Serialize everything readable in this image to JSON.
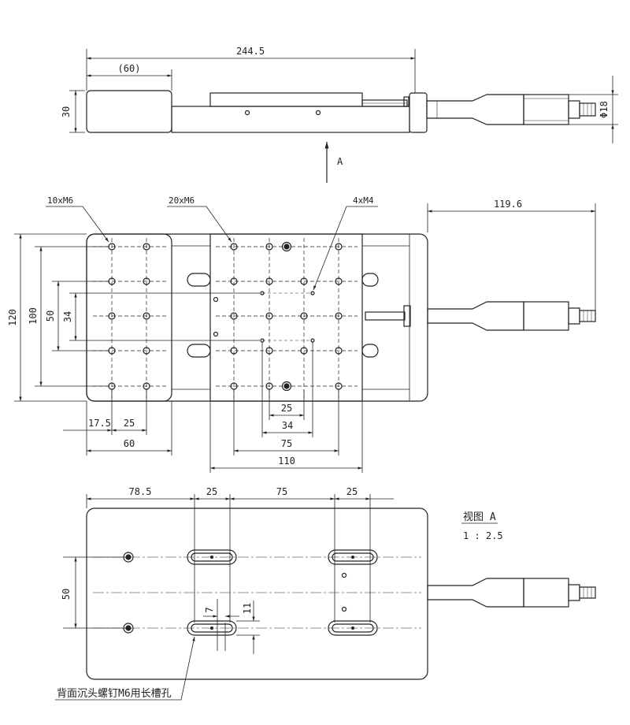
{
  "top_view": {
    "length": "244.5",
    "left_block": "(60)",
    "height": "30",
    "knob_dia": "Φ18",
    "arrow_label": "A"
  },
  "plan_view": {
    "callout_left": "10xM6",
    "callout_mid": "20xM6",
    "callout_right": "4xM4",
    "overall_right": "119.6",
    "height_120": "120",
    "height_100": "100",
    "height_50": "50",
    "height_34": "34",
    "bottom_17_5": "17.5",
    "bottom_25_left": "25",
    "bottom_60": "60",
    "bottom_25_mid": "25",
    "bottom_34": "34",
    "bottom_75": "75",
    "bottom_110": "110"
  },
  "view_a": {
    "top_78_5": "78.5",
    "top_25_a": "25",
    "top_75": "75",
    "top_25_b": "25",
    "left_50": "50",
    "slot_7": "7",
    "slot_11": "11",
    "title": "视图 A",
    "scale": "1 : 2.5",
    "note": "背面沉头螺钉M6用长槽孔"
  }
}
